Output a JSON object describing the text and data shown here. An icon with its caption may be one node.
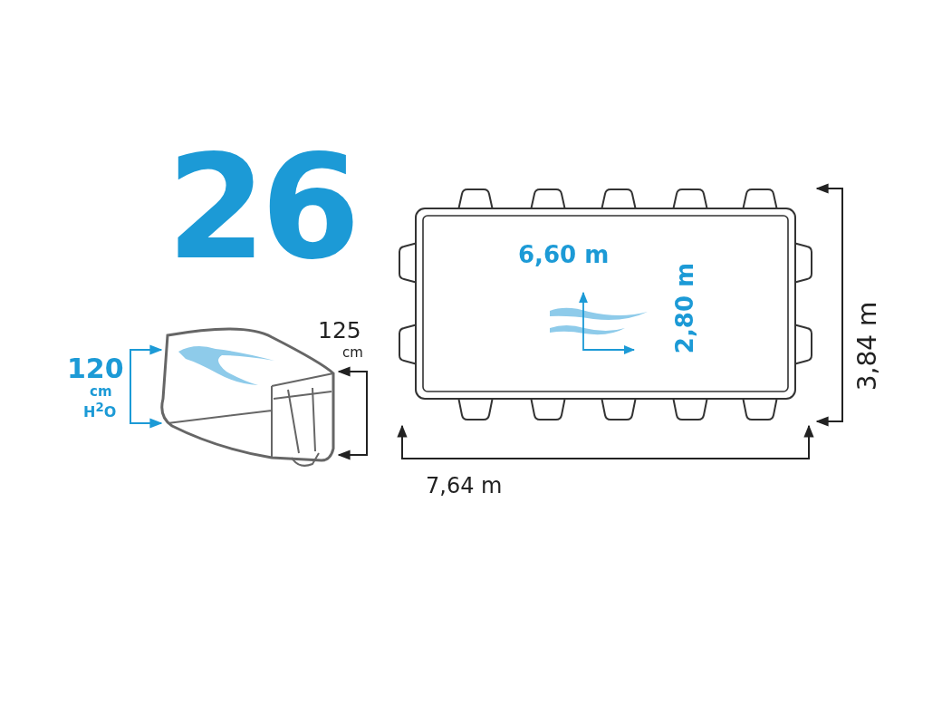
{
  "diagram": {
    "labels": [
      "26",
      "120",
      "cm",
      "H$^{2}$O",
      "125",
      "cm",
      "6,60 m",
      "2,80 m",
      "3,84 m",
      "7,64 m"
    ]
  }
}
